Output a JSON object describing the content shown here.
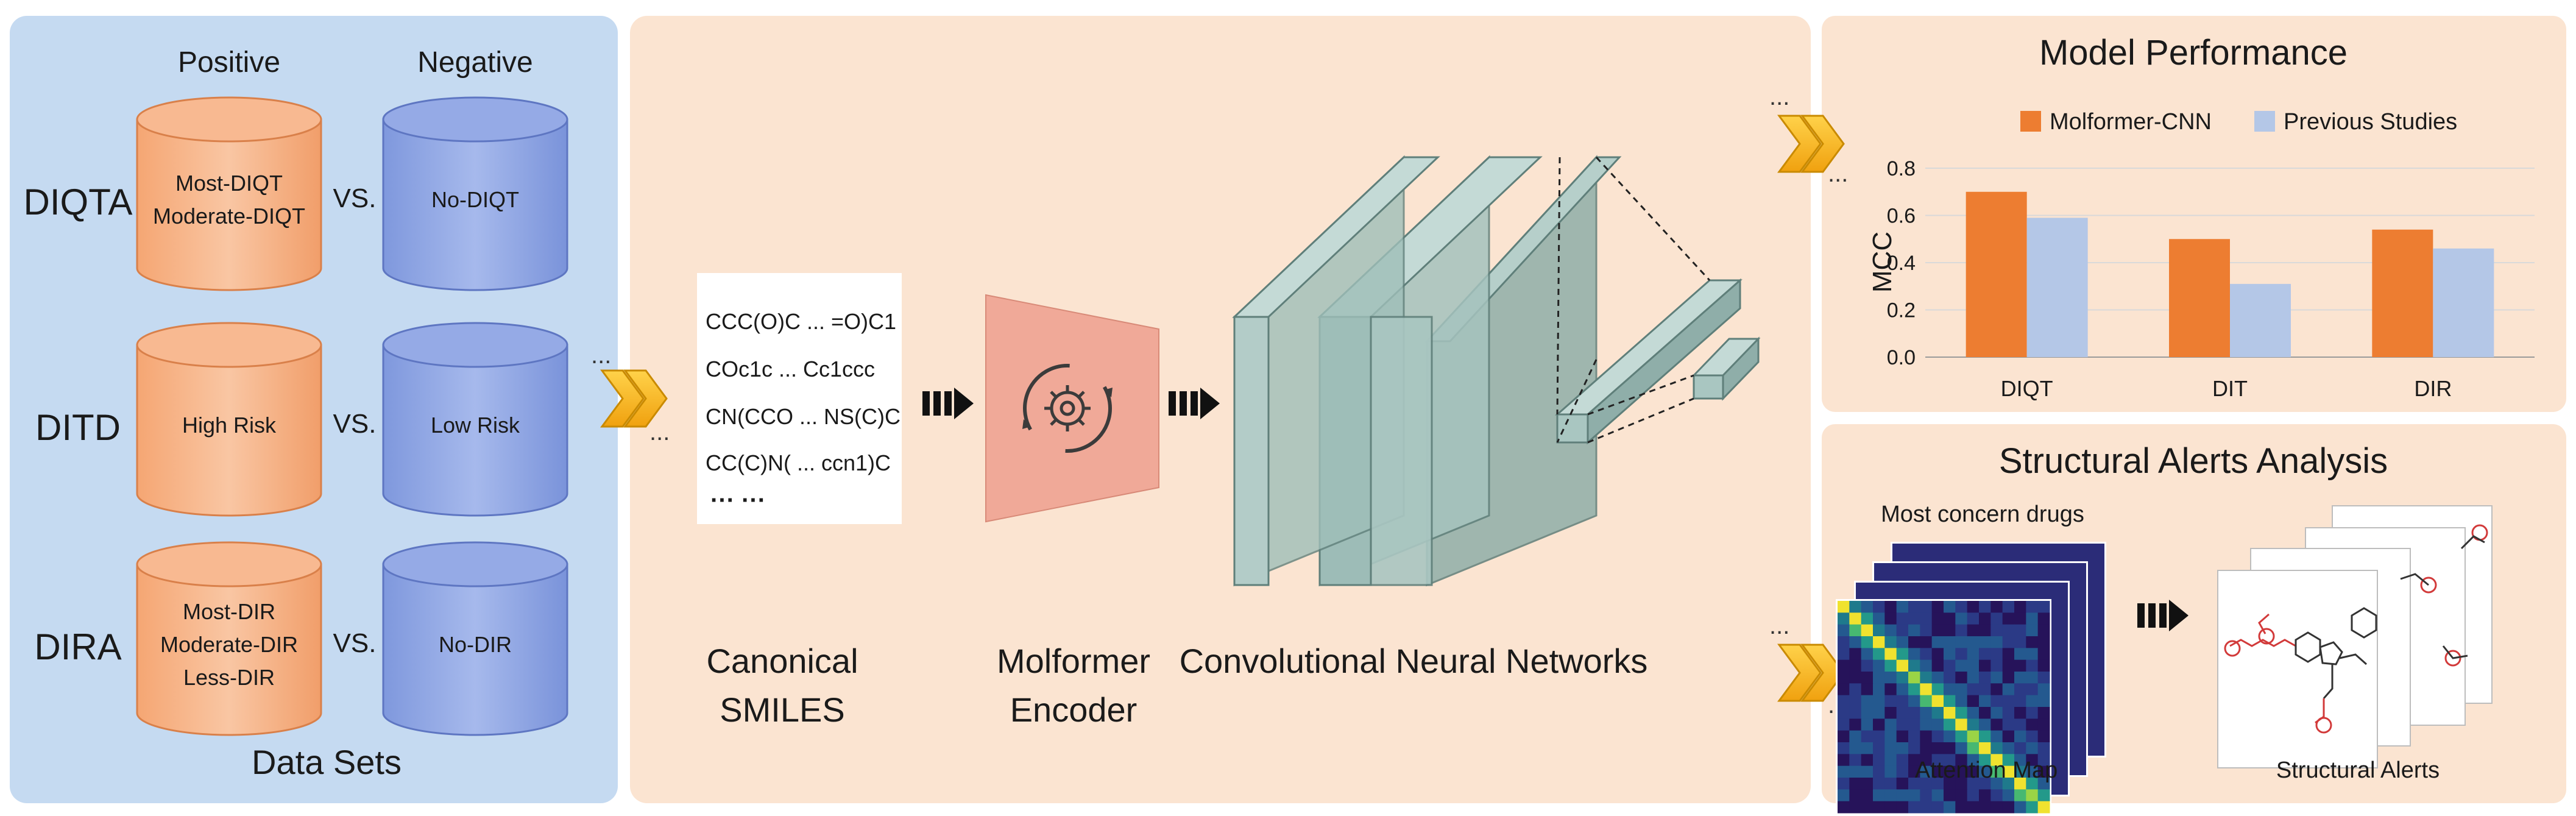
{
  "datasets": {
    "col_positive": "Positive",
    "col_negative": "Negative",
    "rows": [
      {
        "name": "DIQTA",
        "positive": [
          "Most-DIQT",
          "Moderate-DIQT"
        ],
        "vs": "VS.",
        "negative": [
          "No-DIQT"
        ]
      },
      {
        "name": "DITD",
        "positive": [
          "High Risk"
        ],
        "vs": "VS.",
        "negative": [
          "Low Risk"
        ]
      },
      {
        "name": "DIRA",
        "positive": [
          "Most-DIR",
          "Moderate-DIR",
          "Less-DIR"
        ],
        "vs": "VS.",
        "negative": [
          "No-DIR"
        ]
      }
    ],
    "footer": "Data Sets"
  },
  "dots": "...",
  "smiles": {
    "lines": [
      "CCC(O)C ... =O)C1",
      "COc1c ... Cc1ccc",
      "CN(CCO ... NS(C)C",
      "CC(C)N( ... ccn1)C"
    ],
    "more": "··· ···",
    "label_line1": "Canonical",
    "label_line2": "SMILES"
  },
  "encoder": {
    "label_line1": "Molformer",
    "label_line2": "Encoder"
  },
  "cnn": {
    "label": "Convolutional Neural Networks"
  },
  "performance": {
    "title": "Model Performance",
    "chart_data": {
      "type": "bar",
      "categories": [
        "DIQT",
        "DIT",
        "DIR"
      ],
      "series": [
        {
          "name": "Molformer-CNN",
          "values": [
            0.7,
            0.5,
            0.54
          ]
        },
        {
          "name": "Previous Studies",
          "values": [
            0.59,
            0.31,
            0.46
          ]
        }
      ],
      "ylabel": "MCC",
      "ylim": [
        0,
        0.8
      ],
      "yticks": [
        "0.0",
        "0.2",
        "0.4",
        "0.6",
        "0.8"
      ],
      "legend": "top",
      "grid": true
    }
  },
  "alerts": {
    "title": "Structural Alerts Analysis",
    "top_label": "Most concern drugs",
    "attention_label": "Attention Map",
    "structural_label": "Structural Alerts"
  },
  "colors": {
    "panel_blue": "#c5daf1",
    "panel_peach": "#fbe4d1",
    "cyl_orange": "#f6b48a",
    "cyl_blue": "#8ea6e4",
    "bar_orange": "#ed7d31",
    "bar_blue": "#b4c7e7",
    "arrow_gold": "#f5b81c",
    "encoder_red": "#f0a998",
    "cnn_teal": "#9fbfb9"
  }
}
